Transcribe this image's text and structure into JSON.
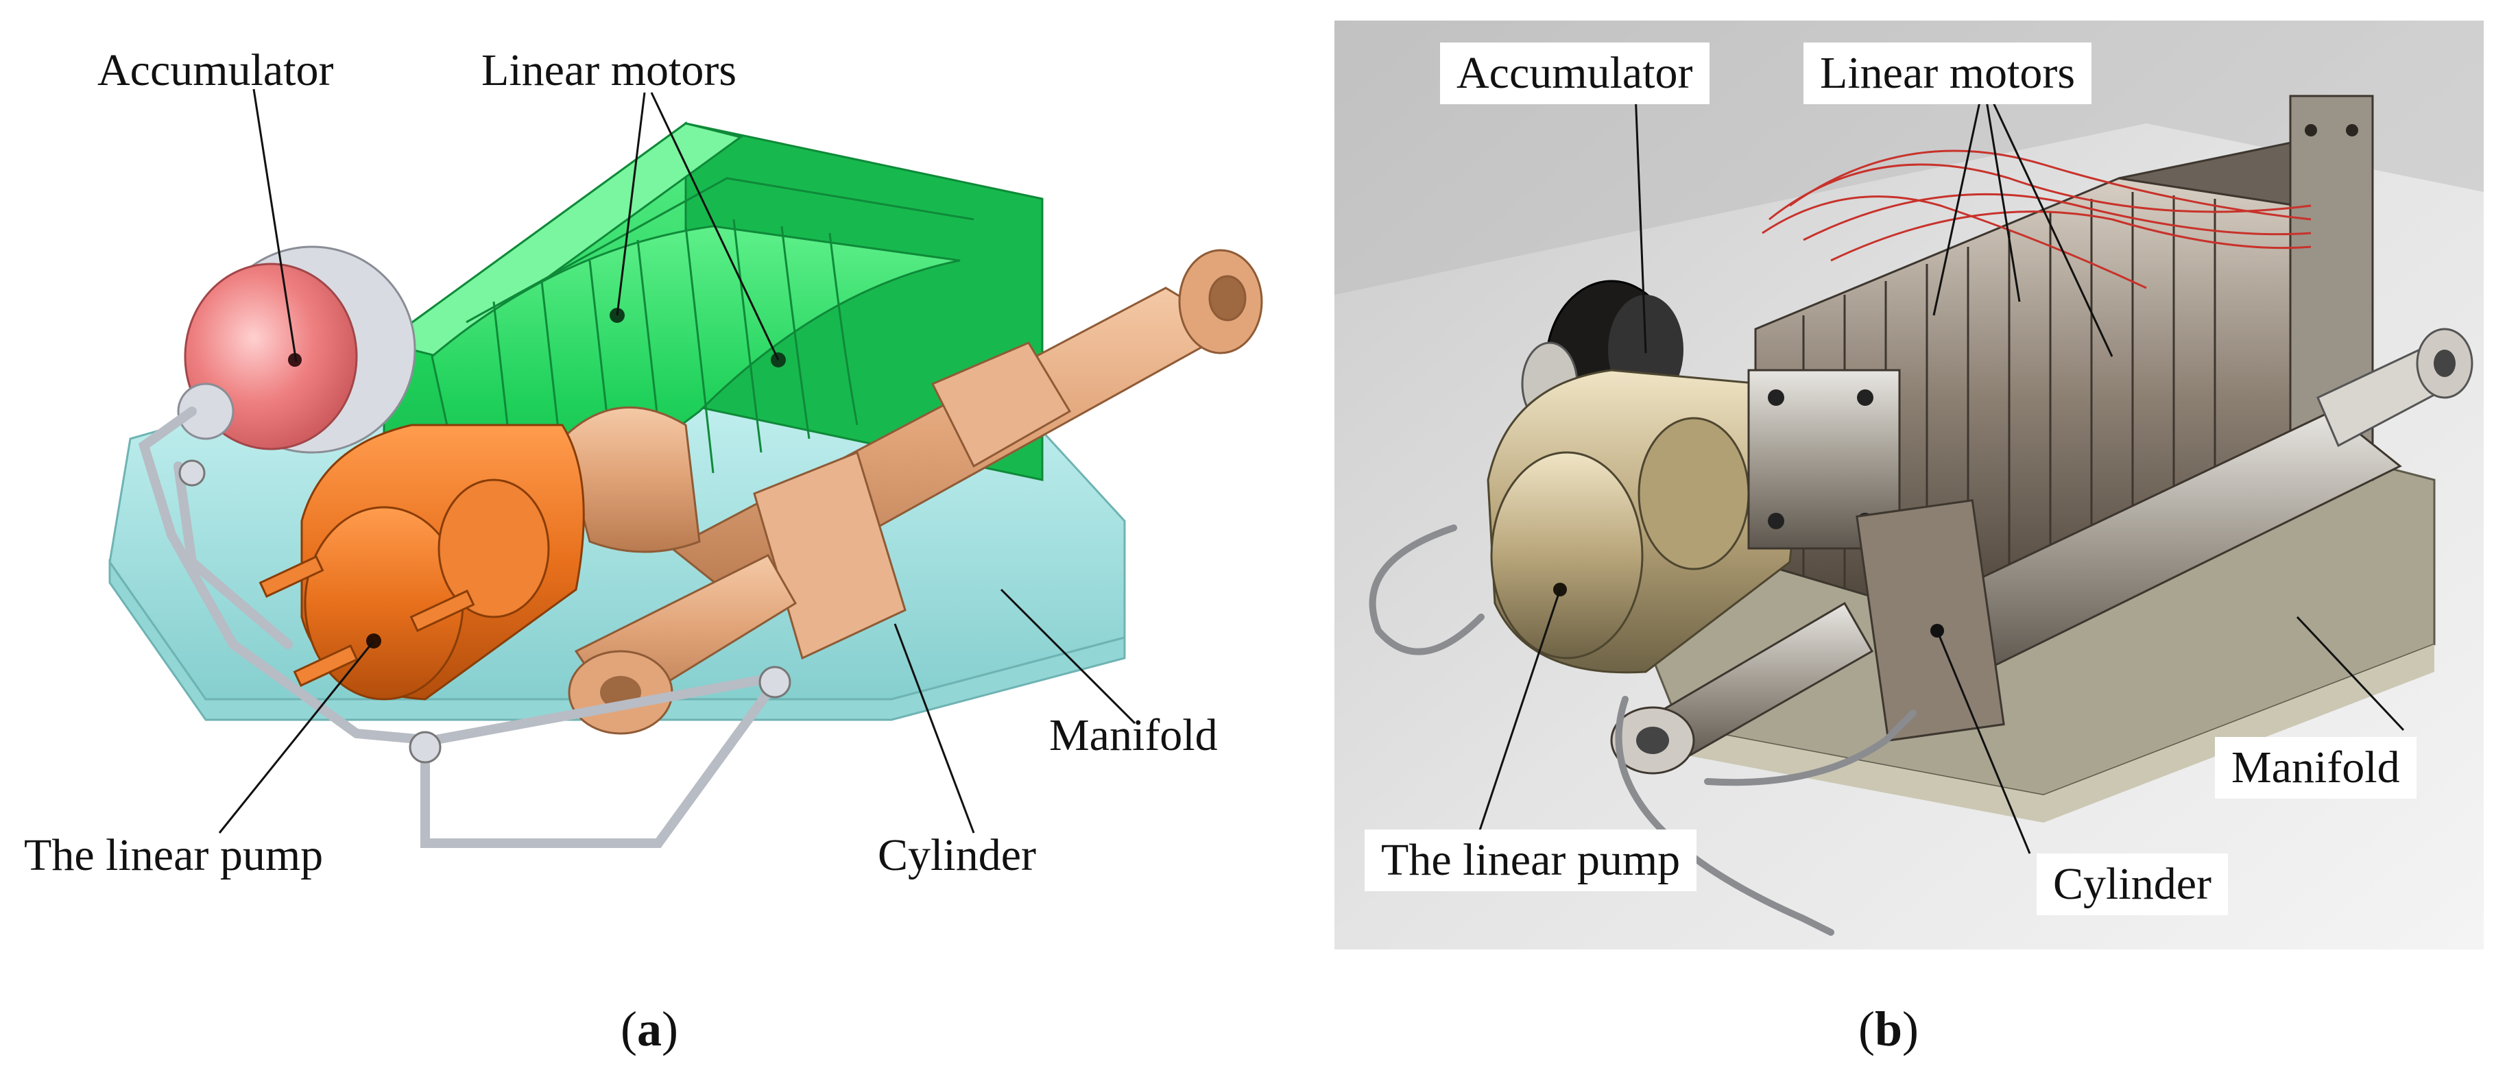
{
  "panel_a": {
    "labels": {
      "accumulator": "Accumulator",
      "linear_motors": "Linear motors",
      "manifold": "Manifold",
      "linear_pump": "The linear pump",
      "cylinder": "Cylinder"
    },
    "caption": {
      "open": "(",
      "letter": "a",
      "close": ")"
    }
  },
  "panel_b": {
    "labels": {
      "accumulator": "Accumulator",
      "linear_motors": "Linear motors",
      "manifold": "Manifold",
      "linear_pump": "The linear pump",
      "cylinder": "Cylinder"
    },
    "caption": {
      "open": "(",
      "letter": "b",
      "close": ")"
    }
  },
  "colors": {
    "motor_green": "#1fd15a",
    "cylinder_tan": "#e2a57a",
    "pump_orange": "#e8701c",
    "accumulator_pink": "#ee7f80",
    "manifold_cyan": "#a8e3e3",
    "pipe_gray": "#b8bcc4"
  }
}
